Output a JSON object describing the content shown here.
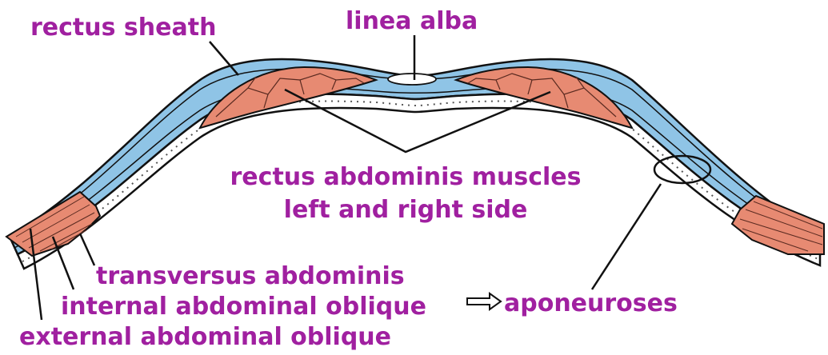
{
  "colors": {
    "label": "#a020a0",
    "sheath": "#8fc4e6",
    "muscle": "#e78a72",
    "outline": "#111111",
    "layer": "#ffffff"
  },
  "labels": {
    "rectus_sheath": "rectus sheath",
    "linea_alba": "linea alba",
    "rectus_line1": "rectus abdominis muscles",
    "rectus_line2": "left and right side",
    "transversus": "transversus abdominis",
    "internal_oblique": "internal abdominal oblique",
    "external_oblique": "external abdominal oblique",
    "aponeuroses": "aponeuroses"
  }
}
